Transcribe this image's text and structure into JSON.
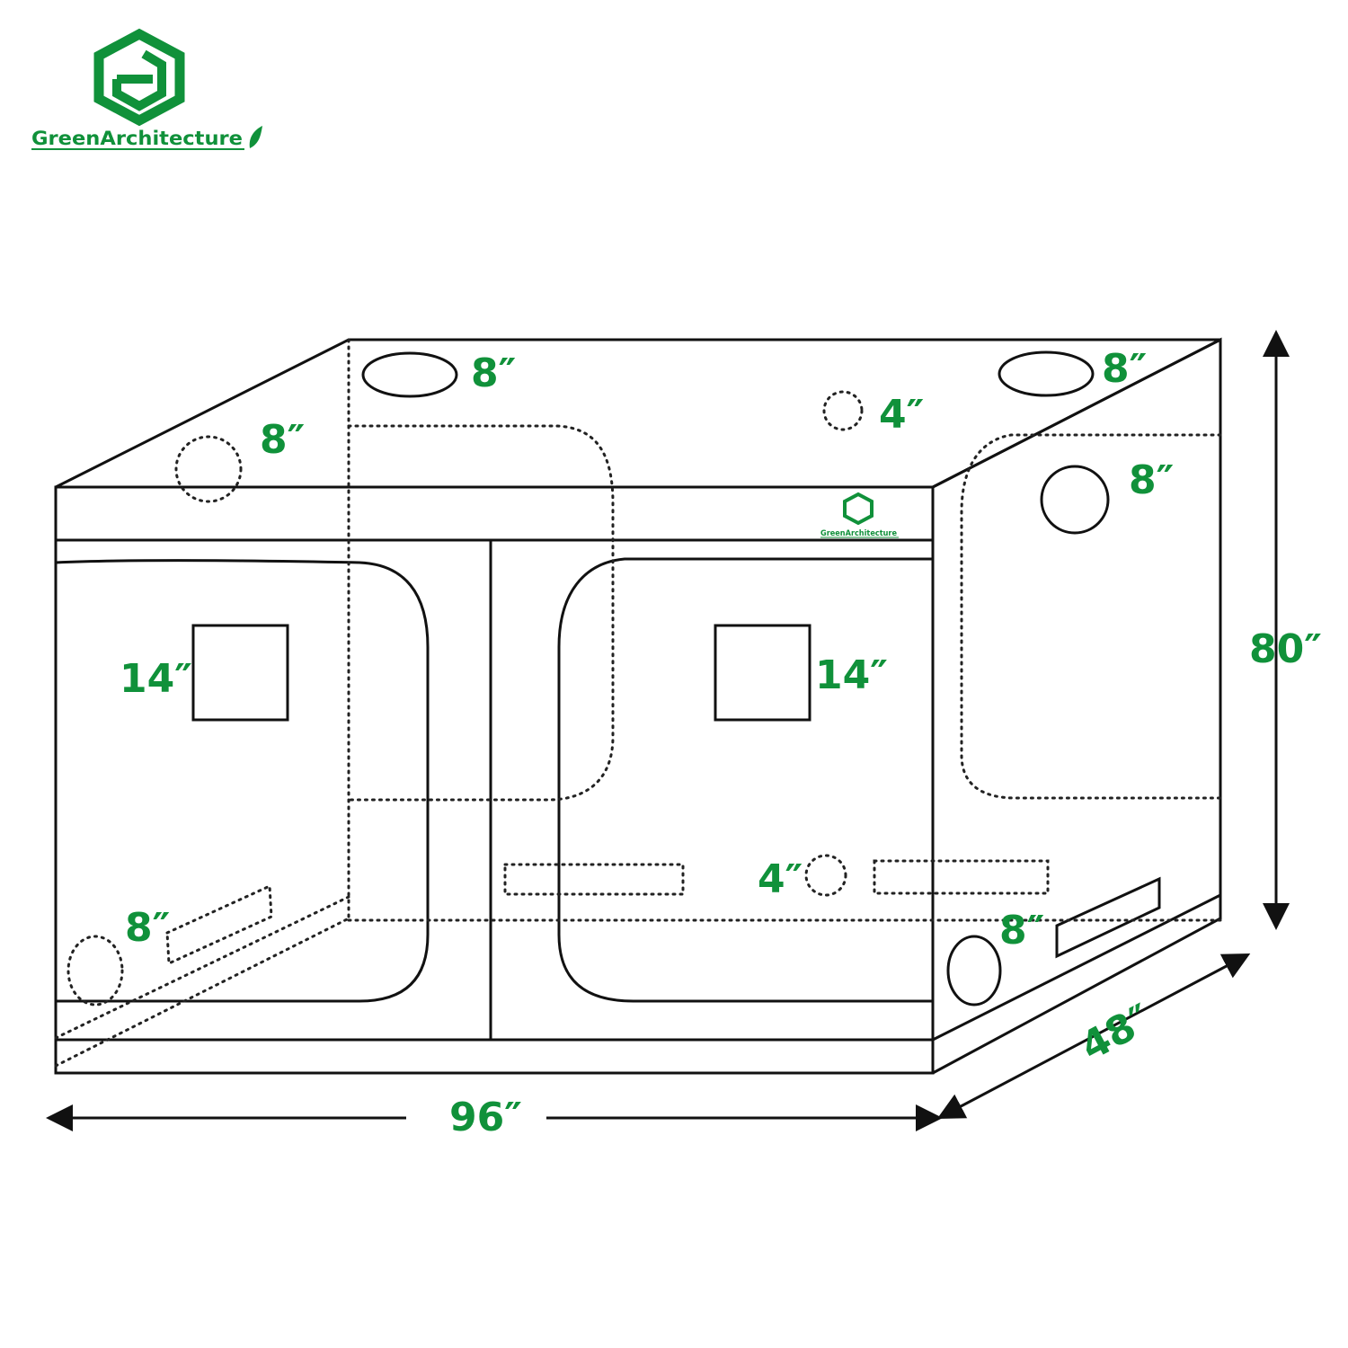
{
  "brand": {
    "name": "GreenArchitecture",
    "color": "#10913a"
  },
  "colors": {
    "line": "#111111",
    "label": "#10913a"
  },
  "labels": {
    "top_left_port": "8″",
    "top_right_port": "8″",
    "top_center_port": "4″",
    "left_side_port": "8″",
    "right_side_top_port": "8″",
    "left_window": "14″",
    "right_window": "14″",
    "bottom_left_port": "8″",
    "bottom_center_port": "4″",
    "bottom_right_port": "8″"
  },
  "dimensions": {
    "width": "96″",
    "depth": "48″",
    "height": "80″"
  },
  "icons": [
    "logo-hexagon-icon",
    "small-logo-icon"
  ]
}
